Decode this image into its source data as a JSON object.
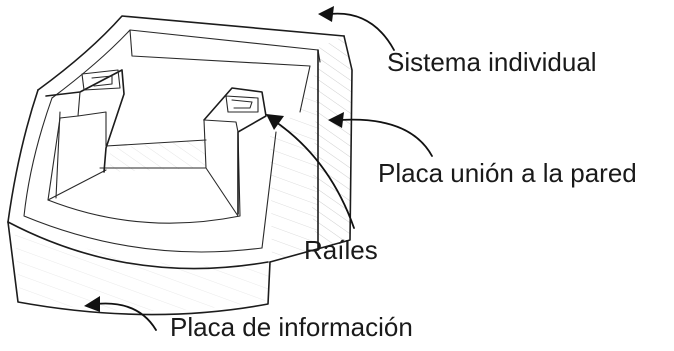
{
  "labels": {
    "sistema": "Sistema individual",
    "placa_union": "Placa unión a la pared",
    "railes": "Raíles",
    "placa_info": "Placa de información"
  },
  "colors": {
    "ink": "#1c1c1c",
    "shade": "#9a9a9a",
    "background": "#ffffff"
  }
}
